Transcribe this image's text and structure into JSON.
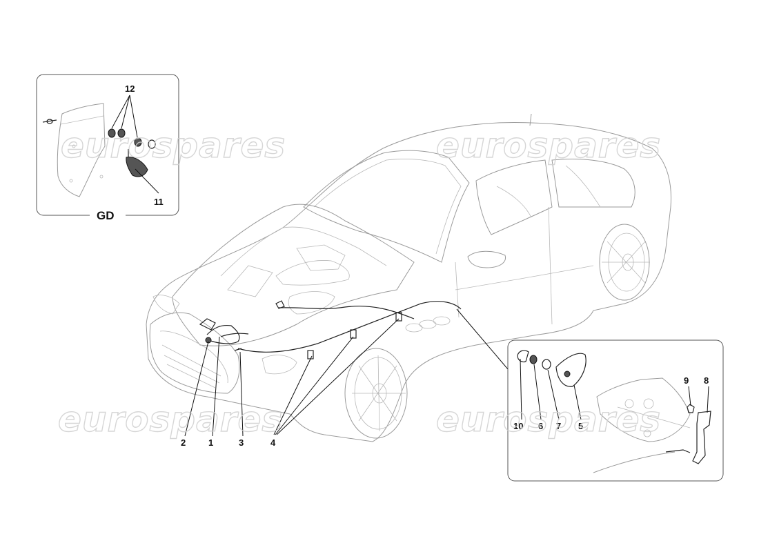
{
  "watermark": "eurospares",
  "callouts": {
    "main": [
      "2",
      "1",
      "3",
      "4"
    ],
    "detail_right": [
      "10",
      "6",
      "7",
      "5",
      "9",
      "8"
    ],
    "detail_left": [
      "12",
      "11"
    ]
  },
  "inset_left": {
    "caption": "GD"
  }
}
